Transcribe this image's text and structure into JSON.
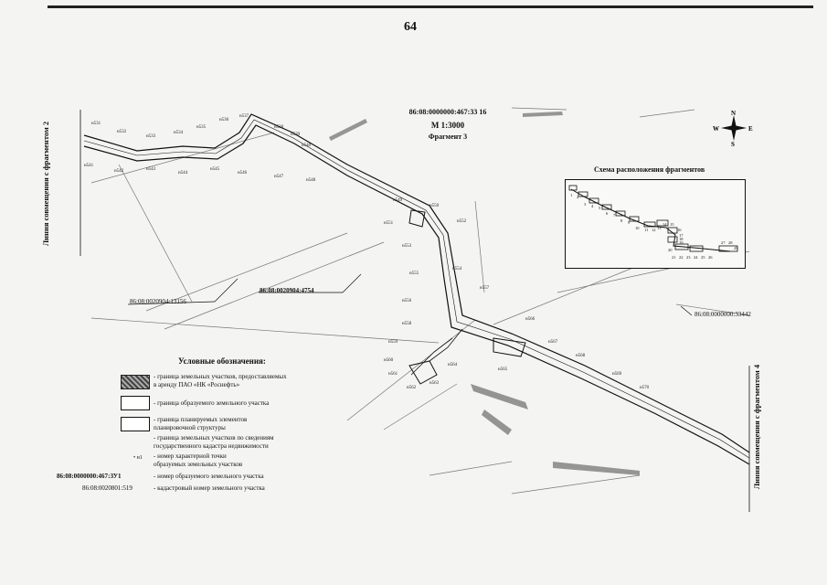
{
  "page_number": "64",
  "header": {
    "cadastral_id": "86:08:0000000:467:33 16",
    "scale": "М 1:3000",
    "fragment": "Фрагмент 3"
  },
  "side_labels": {
    "left": "Линия совмещения с фрагментом 2",
    "right": "Линия совмещения с фрагментом 4"
  },
  "compass": {
    "n": "N",
    "s": "S",
    "w": "W",
    "e": "E"
  },
  "inset": {
    "title": "Схема расположения фрагментов",
    "numbers": [
      "1",
      "2",
      "3",
      "4",
      "5",
      "6",
      "7",
      "8",
      "9",
      "10",
      "11",
      "12",
      "13",
      "14",
      "15",
      "16",
      "17",
      "18",
      "19",
      "20",
      "21",
      "22",
      "23",
      "24",
      "25",
      "26",
      "27",
      "28",
      "29"
    ]
  },
  "parcel_labels": [
    {
      "id": "p1",
      "text": "86:08:0020904:13156"
    },
    {
      "id": "p2",
      "text": "86:08:0020904:4754"
    },
    {
      "id": "p3",
      "text": "86:08:0000000:33442"
    }
  ],
  "point_labels": [
    "н531",
    "н532",
    "н533",
    "н534",
    "н535",
    "н536",
    "н537",
    "н538",
    "н539",
    "н540",
    "н541",
    "н542",
    "н543",
    "н544",
    "н545",
    "н546",
    "н547",
    "н548",
    "н549",
    "н550",
    "н551",
    "н552",
    "н553",
    "н554",
    "н555",
    "н556",
    "н557",
    "н558",
    "н559",
    "н560",
    "н561",
    "н562",
    "н563",
    "н564",
    "н565",
    "н566",
    "н567",
    "н568",
    "н569",
    "н570"
  ],
  "legend": {
    "title": "Условные обозначения:",
    "items": [
      {
        "id": "lease",
        "text1": "- граница земельных участков, предоставляемых",
        "text2": "в аренду ПАО «НК «Роснефть»"
      },
      {
        "id": "formed",
        "text1": "- граница образуемого земельного участка",
        "text2": ""
      },
      {
        "id": "planned",
        "text1": "- граница планируемых элементов",
        "text2": "планировочной структуры"
      },
      {
        "id": "cadastre",
        "text1": "- граница земельных участков по сведениям",
        "text2": "государственного кадастра недвижимости"
      },
      {
        "id": "point",
        "sym": "• н1",
        "text1": "- номер характерной точки",
        "text2": "образуемых земельных участков"
      },
      {
        "id": "formed-num",
        "sym": "86:08:0000000:467:ЗУ1",
        "text1": "- номер образуемого земельного участка",
        "text2": ""
      },
      {
        "id": "cad-num",
        "sym": "86:08:0020801:519",
        "text1": "- кадастровый номер земельного участка",
        "text2": ""
      }
    ]
  }
}
